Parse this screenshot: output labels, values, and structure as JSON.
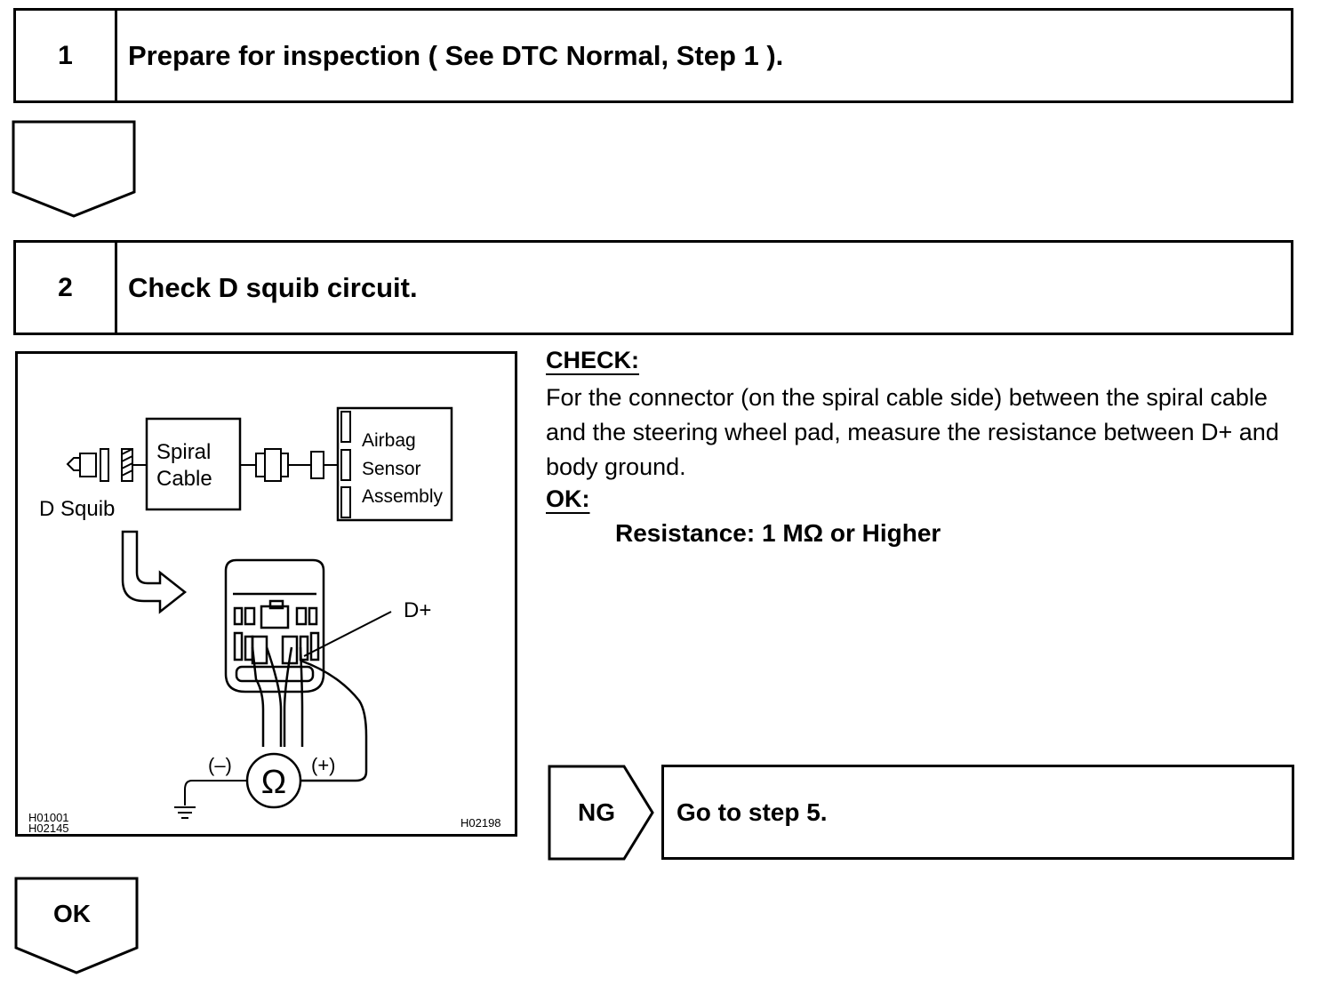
{
  "steps": [
    {
      "number": "1",
      "title": "Prepare for inspection ( See DTC Normal, Step 1 )."
    },
    {
      "number": "2",
      "title": "Check D squib circuit."
    }
  ],
  "figure": {
    "spiral_cable": [
      "Spiral",
      "Cable"
    ],
    "airbag_sensor": [
      "Airbag",
      "Sensor",
      "Assembly"
    ],
    "d_squib": "D Squib",
    "d_plus": "D+",
    "minus": "(–)",
    "plus": "(+)",
    "ohm": "Ω",
    "code_left_1": "H01001",
    "code_left_2": "H02145",
    "code_right": "H02198"
  },
  "check": {
    "heading": "CHECK:",
    "body": "For the connector (on the spiral cable side) between the spiral cable and the steering wheel pad, measure the resistance be­tween D+ and body ground."
  },
  "ok": {
    "heading": "OK:",
    "spec": "Resistance: 1 MΩ or Higher"
  },
  "ng": {
    "label": "NG",
    "action": "Go to step 5."
  },
  "ok_arrow_label": "OK"
}
